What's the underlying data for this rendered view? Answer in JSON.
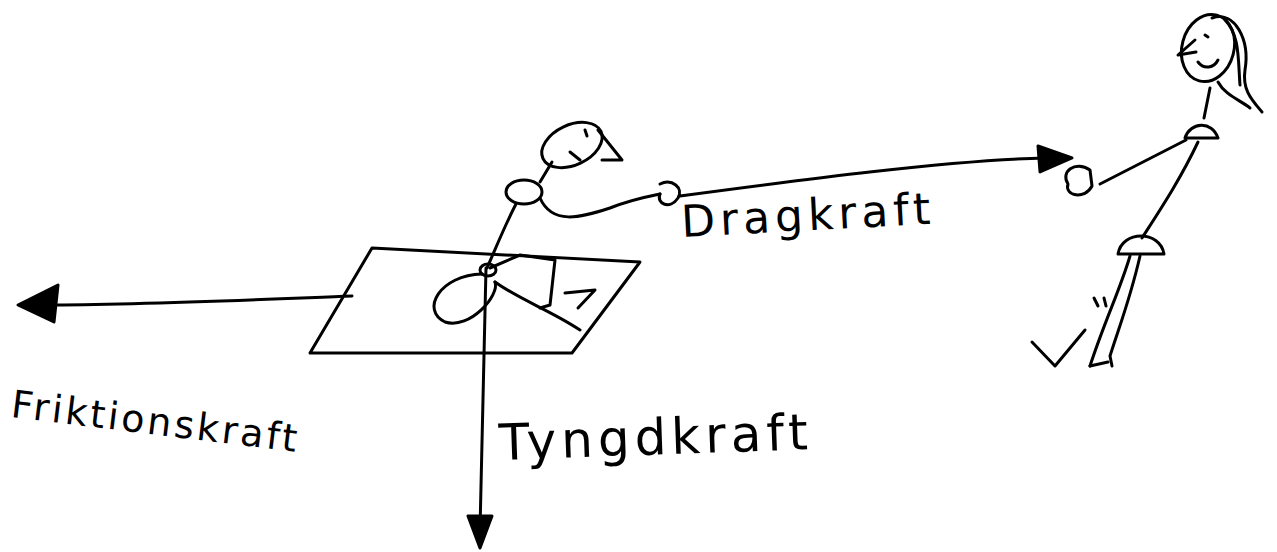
{
  "diagram": {
    "labels": [
      "Dragkraft",
      "Friktionskraft",
      "Tyngdkraft"
    ]
  }
}
